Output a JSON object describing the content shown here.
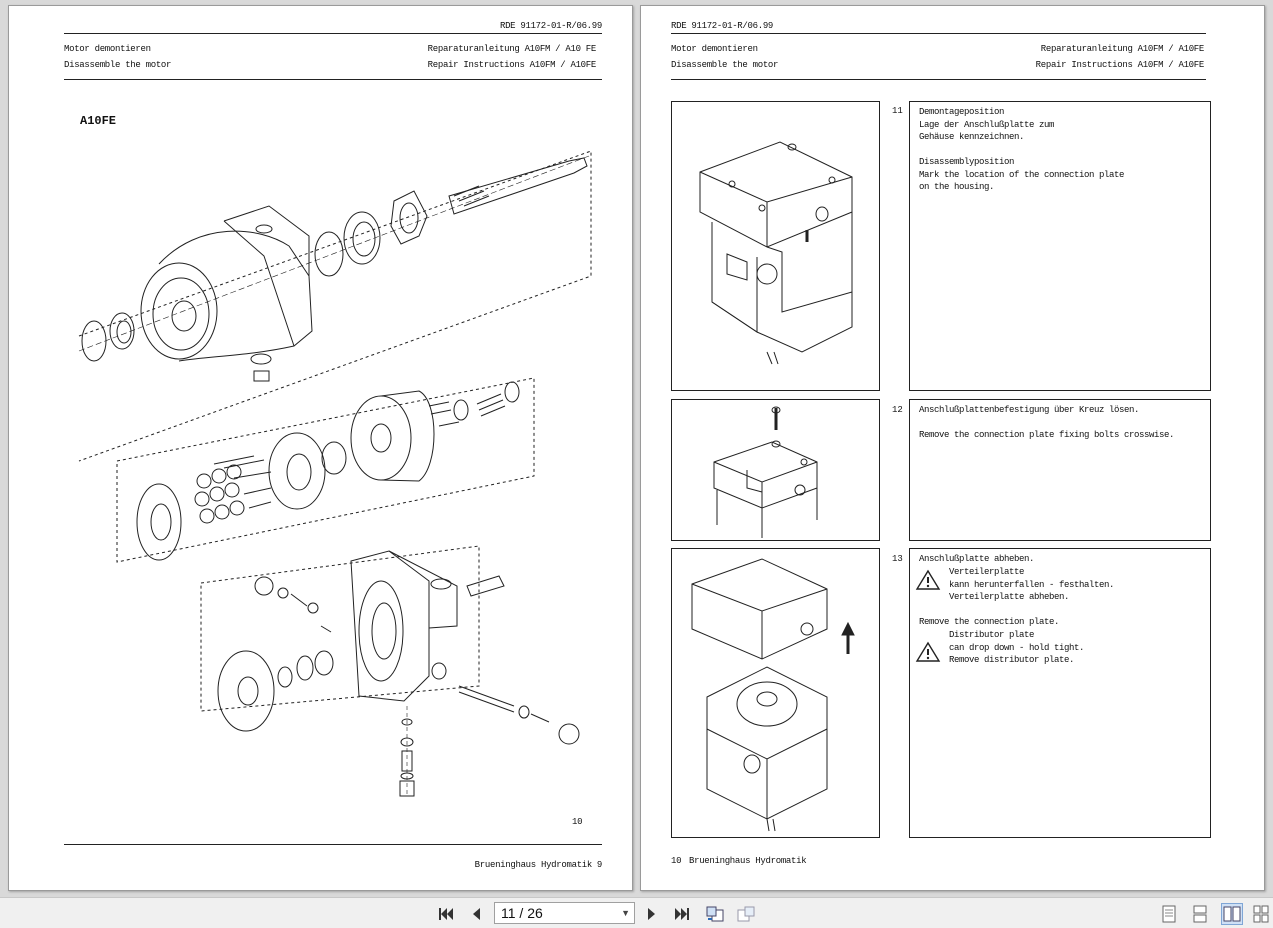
{
  "left_page": {
    "doc_code": "RDE 91172-01-R/06.99",
    "header_left_de": "Motor demontieren",
    "header_left_en": "Disassemble the motor",
    "header_right_de": "Reparaturanleitung A10FM / A10 FE",
    "header_right_en": "Repair Instructions A10FM / A10FE",
    "figure_title": "A10FE",
    "figure_number": "10",
    "footer": "Brueninghaus Hydromatik",
    "page_number": "9"
  },
  "right_page": {
    "doc_code": "RDE 91172-01-R/06.99",
    "header_left_de": "Motor demontieren",
    "header_left_en": "Disassemble the motor",
    "header_right_de": "Reparaturanleitung A10FM / A10FE",
    "header_right_en": "Repair Instructions A10FM / A10FE",
    "steps": [
      {
        "number": "11",
        "text": "Demontageposition\nLage der Anschlußplatte zum\nGehäuse kennzeichnen.\n\nDisassemblyposition\nMark the location of the connection plate\non the housing."
      },
      {
        "number": "12",
        "text": "Anschlußplattenbefestigung über Kreuz lösen.\n\nRemove the connection plate fixing bolts crosswise."
      },
      {
        "number": "13",
        "text_a": "Anschlußplatte abheben.",
        "warn_a": "Verteilerplatte\nkann herunterfallen - festhalten.\nVerteilerplatte abheben.",
        "text_b": "Remove the connection plate.",
        "warn_b": "Distributor plate\ncan drop down - hold tight.\nRemove distributor plate."
      }
    ],
    "page_number": "10",
    "footer": "Brueninghaus Hydromatik"
  },
  "toolbar": {
    "page_field": "11 / 26",
    "icons": [
      "first-page-icon",
      "prev-page-icon",
      "next-page-icon",
      "last-page-icon",
      "rotate-back-icon",
      "rotate-forward-icon",
      "single-page-view-icon",
      "continuous-view-icon",
      "facing-view-icon",
      "continuous-facing-view-icon"
    ],
    "active_view": "facing-view-icon",
    "accent": "#7fa6d6"
  }
}
